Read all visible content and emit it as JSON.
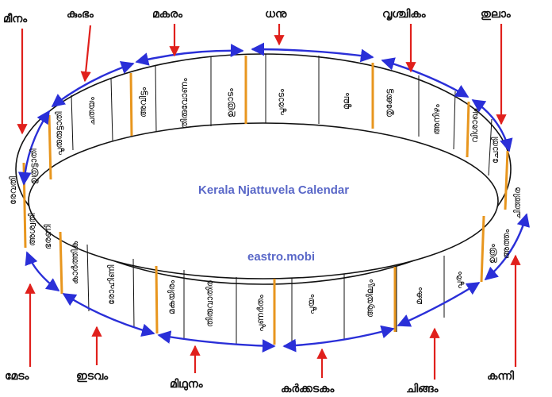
{
  "title": "Kerala Njattuvela Calendar",
  "website": "eastro.mobi",
  "colors": {
    "title": "#5a68c8",
    "arrow_blue": "#2a2fd8",
    "pointer_red": "#e0201c",
    "divider_orange": "#e8961e",
    "outline": "#111111"
  },
  "rasi_labels": {
    "meenam": "മീനം",
    "kumbham": "കുംഭം",
    "makaram": "മകരം",
    "dhanu": "ധനു",
    "vrischikam": "വൃശ്ചികം",
    "thulam": "തുലാം",
    "medam": "മേടം",
    "edavam": "ഇടവം",
    "mithunam": "മിഥുനം",
    "karkkidakam": "കർക്കടകം",
    "chingam": "ചിങ്ങം",
    "kanni": "കന്നി"
  },
  "stars": {
    "revathi": "രേവതി",
    "uthrattathi": "ഉത്രട്ടാതി",
    "pooruruttathi": "പൂരുരുട്ടാതി",
    "chathayam": "ചതയം",
    "avittam": "അവിട്ടം",
    "thiruvonam": "തിരുവോണം",
    "uthradam": "ഉത്രാടം",
    "pooradam": "പൂരാടം",
    "moolam": "മൂലം",
    "thrikketta": "തൃക്കേട്ട",
    "anizham": "അനിഴം",
    "vishakham": "വിശാഖം",
    "chothi": "ചോതി",
    "chithira": "ചിത്തിര",
    "aswathi": "അശ്വതി",
    "bharani": "ഭരണി",
    "karthika": "കാർത്തിക",
    "rohini": "രോഹിണി",
    "makayiram": "മകയിരം",
    "thiruvathira": "തിരുവാതിര",
    "punartham": "പുണർതം",
    "pooyam": "പൂയം",
    "ayilyam": "ആയില്യം",
    "makam": "മകം",
    "pooram": "പൂരം",
    "uthram": "ഉത്രം",
    "atham": "അത്തം"
  }
}
